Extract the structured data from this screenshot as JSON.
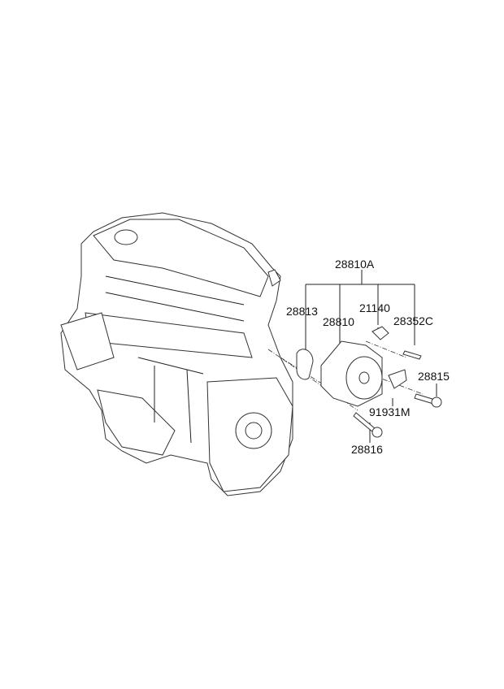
{
  "diagram": {
    "callouts": {
      "assembly": "28810A",
      "gasket": "28813",
      "pump": "28810",
      "fitting": "21140",
      "pin": "28352C",
      "bolt_upper": "28815",
      "bracket": "91931M",
      "bolt_lower": "28816"
    }
  }
}
